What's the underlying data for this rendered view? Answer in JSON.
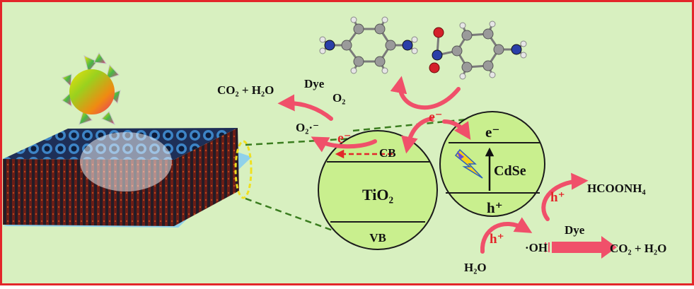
{
  "colors": {
    "border": "#e3262a",
    "background": "#d8f0c0",
    "circle_fill": "#c9ef8e",
    "arrow": "#f0506a",
    "dashed_link": "#3a7d1f",
    "red_text": "#e3262a"
  },
  "top_left": {
    "products": "CO₂ + H₂O",
    "dye": "Dye",
    "o2": "O₂",
    "superoxide": "O₂·⁻",
    "electron": "e⁻"
  },
  "tio2": {
    "cb": "CB",
    "name": "TiO₂",
    "vb": "VB"
  },
  "cdse": {
    "electron": "e⁻",
    "name": "CdSe",
    "hole": "h⁺"
  },
  "molecules": {
    "injected_electron": "e⁻"
  },
  "right_side": {
    "hole_upper": "h⁺",
    "formate": "HCOONH₄",
    "hole_lower": "h⁺",
    "water": "H₂O",
    "hydroxyl": "·OH",
    "dye": "Dye",
    "products": "CO₂ + H₂O"
  },
  "icons": [
    "sun-icon",
    "nanotube-array",
    "lightning-icon",
    "p-phenylenediamine-molecule",
    "p-nitroaniline-molecule"
  ]
}
